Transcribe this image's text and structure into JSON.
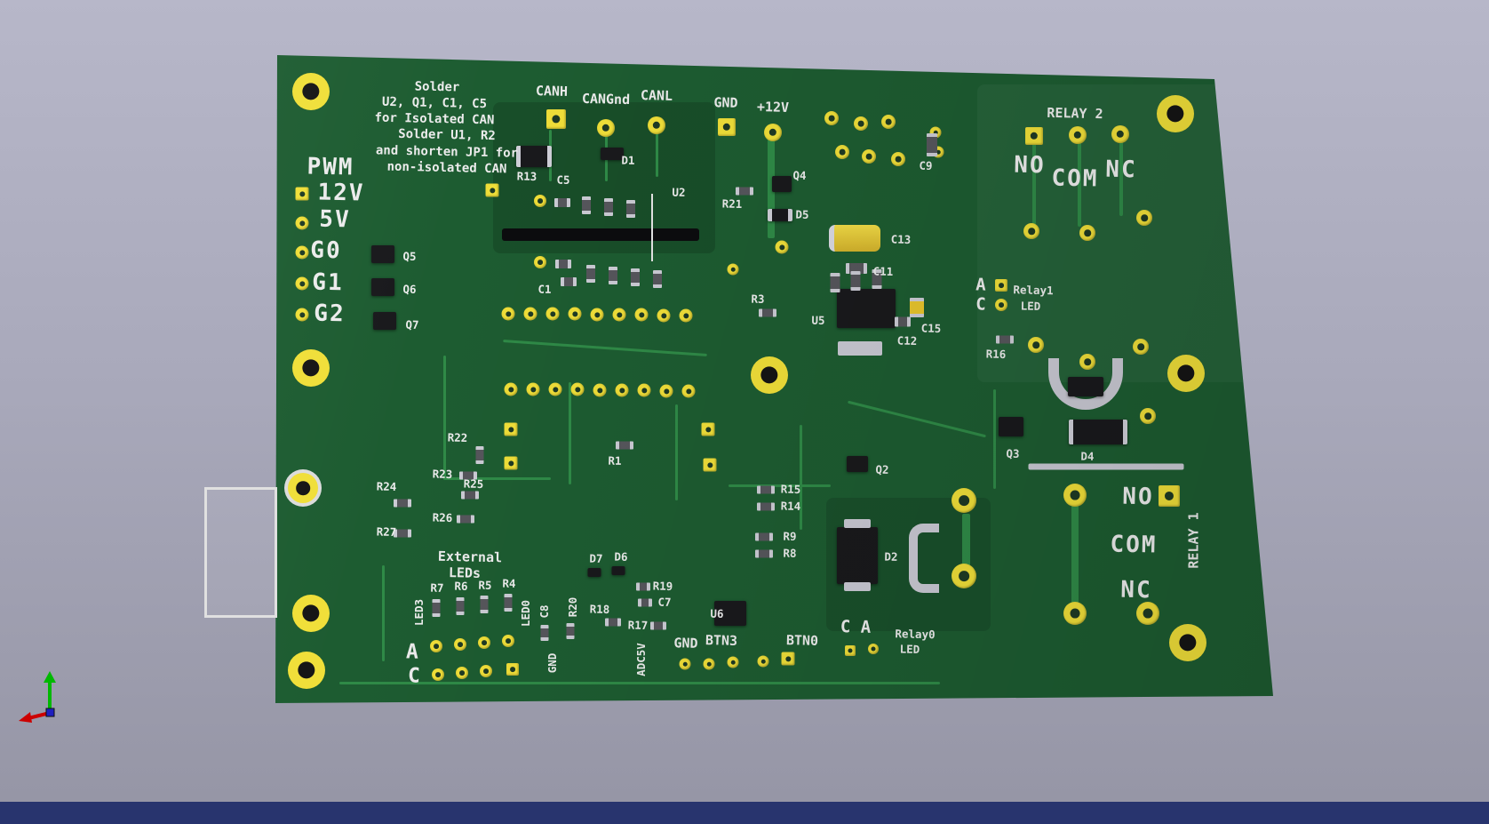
{
  "viewer": {
    "app": "PCB 3D Viewer",
    "background_top": "#b7b7c9",
    "background_bottom": "#9595a5",
    "footer_color": "#28346e",
    "board_color": "#1d5c31",
    "trace_color": "#2f8a47",
    "pad_color": "#f0df39",
    "silkscreen_color": "#ececec",
    "axis": {
      "x_color": "#cc0000",
      "y_color": "#00b800",
      "z_color": "#2020c0"
    }
  },
  "notes": {
    "line1": "Solder",
    "line2": "U2, Q1, C1, C5",
    "line3": "for Isolated CAN",
    "line4": "Solder U1, R2",
    "line5": "and shorten JP1 for",
    "line6": "non-isolated CAN"
  },
  "headers": {
    "pwm": "PWM",
    "v12": "12V",
    "v5": "5V",
    "g0": "G0",
    "g1": "G1",
    "g2": "G2",
    "canh": "CANH",
    "cangnd": "CANGnd",
    "canl": "CANL",
    "gnd": "GND",
    "p12v": "+12V"
  },
  "relay2": {
    "title": "RELAY 2",
    "no": "NO",
    "com": "COM",
    "nc": "NC"
  },
  "relay1": {
    "title": "RELAY 1",
    "no": "NO",
    "com": "COM",
    "nc": "NC",
    "led_a": "A",
    "led_c": "C",
    "led_name1": "Relay1",
    "led_name2": "LED"
  },
  "relay0": {
    "led_ca": "C A",
    "led_name1": "Relay0",
    "led_name2": "LED"
  },
  "external_leds": {
    "title1": "External",
    "title2": "LEDs",
    "led3": "LED3",
    "led0": "LED0",
    "a": "A",
    "c": "C"
  },
  "bottom": {
    "gnd_vertical": "GND",
    "adc5v": "ADC5V",
    "gnd": "GND",
    "btn3": "BTN3",
    "btn0": "BTN0"
  },
  "refs": {
    "d1": "D1",
    "r13": "R13",
    "c5": "C5",
    "u2": "U2",
    "r21": "R21",
    "q4": "Q4",
    "d5": "D5",
    "c9": "C9",
    "c13": "C13",
    "c11": "C11",
    "u5": "U5",
    "c12": "C12",
    "c15": "C15",
    "r3": "R3",
    "c1": "C1",
    "q5": "Q5",
    "q6": "Q6",
    "q7": "Q7",
    "r16": "R16",
    "r22": "R22",
    "r23": "R23",
    "r24": "R24",
    "r25": "R25",
    "r26": "R26",
    "r27": "R27",
    "r1": "R1",
    "q3": "Q3",
    "d4": "D4",
    "q2": "Q2",
    "r15": "R15",
    "r14": "R14",
    "r9": "R9",
    "r8": "R8",
    "d2": "D2",
    "u6": "U6",
    "d7": "D7",
    "d6": "D6",
    "r19": "R19",
    "c7": "C7",
    "r18": "R18",
    "r17": "R17",
    "r20": "R20",
    "c8": "C8",
    "r7": "R7",
    "r6": "R6",
    "r5": "R5",
    "r4": "R4"
  }
}
